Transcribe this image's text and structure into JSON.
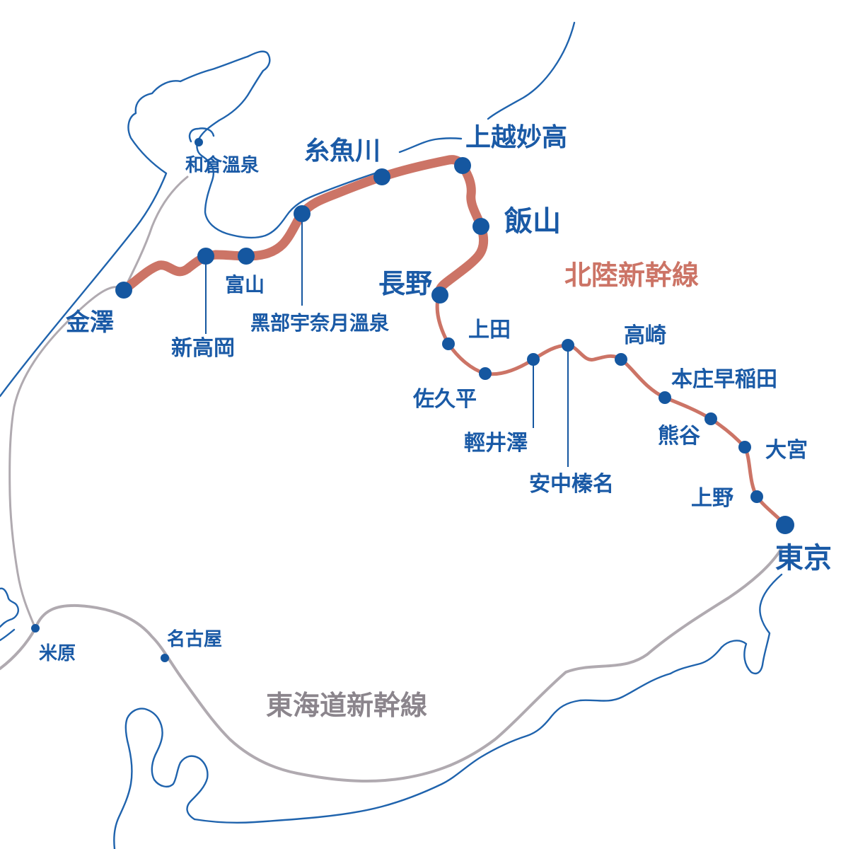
{
  "colors": {
    "coast": "#1f63ad",
    "station": "#1557a0",
    "label": "#1a5aa6",
    "hokuriku": "#cc7466",
    "tokaido": "#b0aab0",
    "tokaido_label": "#8b858c",
    "hokuriku_label": "#cc7466"
  },
  "lines": {
    "hokuriku": "北陸新幹線",
    "tokaido": "東海道新幹線"
  },
  "stations": {
    "wakura": "和倉溫泉",
    "kanazawa": "金澤",
    "shintakaoka": "新高岡",
    "toyama": "富山",
    "kurobe": "黑部宇奈月溫泉",
    "itoigawa": "糸魚川",
    "joetsu": "上越妙高",
    "iiyama": "飯山",
    "nagano": "長野",
    "ueda": "上田",
    "sakudaira": "佐久平",
    "karuizawa": "輕井澤",
    "annaka": "安中榛名",
    "takasaki": "高崎",
    "honjo": "本庄早稲田",
    "kumagaya": "熊谷",
    "omiya": "大宮",
    "ueno": "上野",
    "tokyo": "東京",
    "maibara": "米原",
    "nagoya": "名古屋"
  }
}
